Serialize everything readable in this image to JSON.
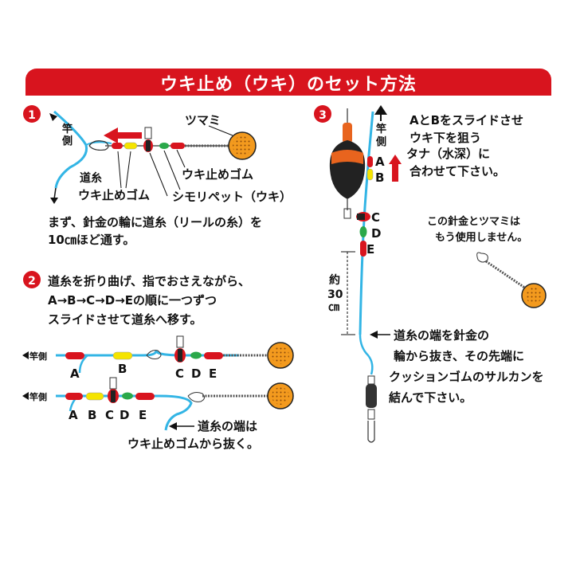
{
  "title": "ウキ止め（ウキ）のセット方法",
  "step1": {
    "num": "1",
    "rod_side_1": "竿",
    "rod_side_2": "側",
    "line_1": "道糸",
    "stopper_label": "ウキ止めゴム",
    "tsumami": "ツマミ",
    "stopper_label2": "ウキ止めゴム",
    "shimori": "シモリペット（ウキ）",
    "instr_1": "まず、針金の輪に道糸（リールの糸）を",
    "instr_2": "10㎝ほど通す。"
  },
  "step2": {
    "num": "2",
    "instr_1": "道糸を折り曲げ、指でおさえながら、",
    "instr_2": "A→B→C→D→Eの順に一つずつ",
    "instr_3": "スライドさせて道糸へ移す。",
    "rod_side_a": "竿側",
    "rod_side_b": "竿側",
    "row1": {
      "a": "A",
      "b": "B",
      "c": "C",
      "d": "D",
      "e": "E"
    },
    "row2": {
      "a": "A",
      "b": "B",
      "c": "C",
      "d": "D",
      "e": "E"
    },
    "end_note_1": "道糸の端は",
    "end_note_2": "ウキ止めゴムから抜く。"
  },
  "step3": {
    "num": "3",
    "rod_side_1": "竿",
    "rod_side_2": "側",
    "a": "A",
    "b": "B",
    "c": "C",
    "d": "D",
    "e": "E",
    "instr_1": "AとBをスライドさせ",
    "instr_2": "ウキ下を狙う",
    "instr_3": "タナ（水深）に",
    "instr_4": "合わせて下さい。",
    "nolonger_1": "この針金とツマミは",
    "nolonger_2": "もう使用しません。",
    "approx_1": "約",
    "approx_2": "30",
    "approx_3": "㎝",
    "end_1": "道糸の端を針金の",
    "end_2": "輪から抜き、その先端に",
    "end_3": "クッションゴムのサルカンを",
    "end_4": "結んで下さい。"
  },
  "colors": {
    "banner": "#d8141e",
    "line": "#33b5e5",
    "red_bead": "#d8141e",
    "yellow_bead": "#f5e400",
    "green_bead": "#2aa84a",
    "float_orange": "#e8641e",
    "tsumami": "#f39a1e"
  }
}
